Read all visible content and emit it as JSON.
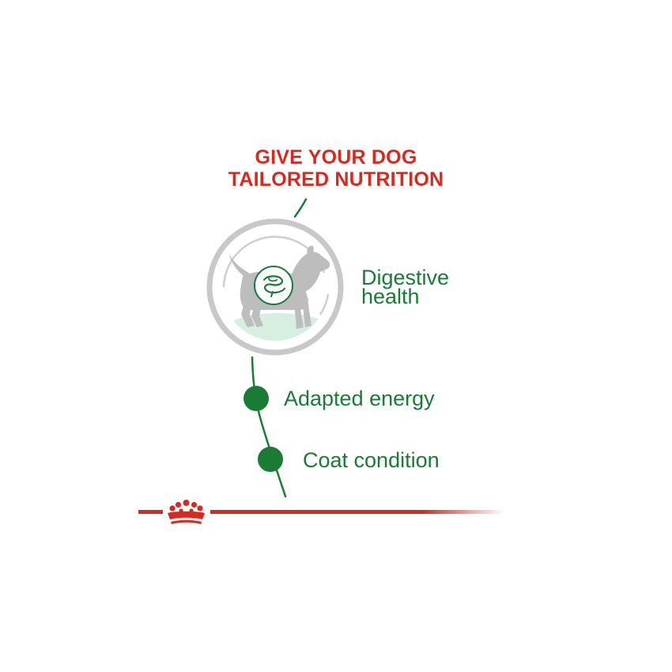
{
  "headline": {
    "line1": "GIVE YOUR DOG",
    "line2": "TAILORED NUTRITION"
  },
  "benefits": {
    "digestive_line1": "Digestive",
    "digestive_line2": "health",
    "energy": "Adapted energy",
    "coat": "Coat condition"
  },
  "icons": {
    "dog": "small-dog-silhouette-icon",
    "digestion": "digestive-tract-icon",
    "brand": "crown-logo-icon"
  },
  "colors": {
    "headline_red": "#d8291f",
    "benefit_green": "#1a7b35",
    "ring_grey": "#c8c8c8",
    "dog_grey": "#bdbdbd",
    "ground_mint": "#d6efe1"
  }
}
